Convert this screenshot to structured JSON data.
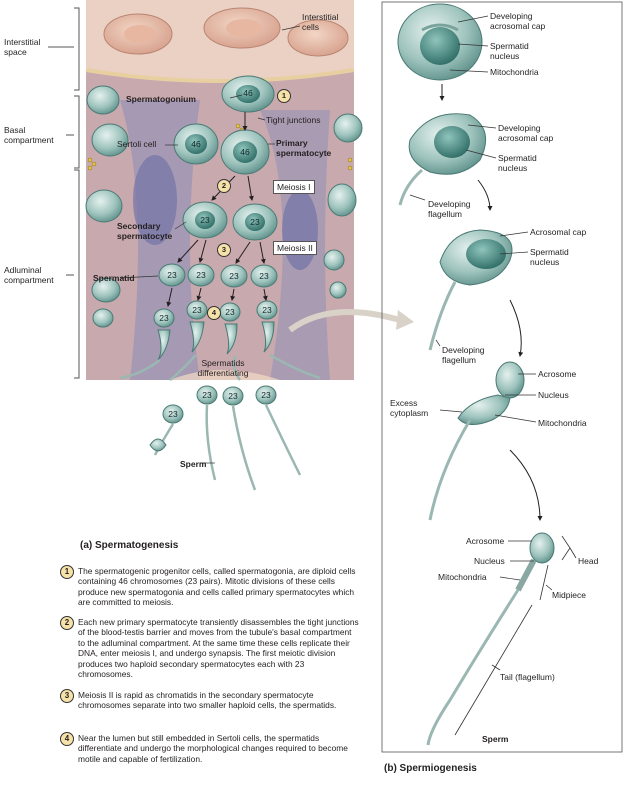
{
  "side_labels": {
    "interstitial_space": "Interstitial space",
    "basal_compartment": "Basal compartment",
    "adluminal_compartment": "Adluminal compartment"
  },
  "tissue_labels": {
    "interstitial_cells": "Interstitial cells",
    "spermatogonium": "Spermatogonium",
    "tight_junctions": "Tight junctions",
    "sertoli_cell": "Sertoli cell",
    "primary_spermatocyte": "Primary spermatocyte",
    "meiosis_1": "Meiosis I",
    "secondary_spermatocyte": "Secondary spermatocyte",
    "meiosis_2": "Meiosis II",
    "spermatid": "Spermatid",
    "spermatids_differentiating": "Spermatids differentiating",
    "sperm": "Sperm"
  },
  "chromosome_numbers": {
    "spermatogonium": "46",
    "sertoli_side": "46",
    "primary": "46",
    "secondary": "23",
    "spermatid": "23",
    "sperm": "23"
  },
  "step_markers": [
    "1",
    "2",
    "3",
    "4"
  ],
  "panel_a": {
    "caption": "(a) Spermatogenesis",
    "steps": [
      {
        "num": "1",
        "text": "The spermatogenic progenitor cells, called spermatogonia, are diploid cells containing 46 chromosomes (23 pairs). Mitotic divisions of these cells produce new spermatogonia and cells called primary spermatocytes which are committed to meiosis."
      },
      {
        "num": "2",
        "text": "Each new primary spermatocyte transiently disassembles the tight junctions of the blood-testis barrier and moves from the tubule's basal compartment to the adluminal compartment. At the same time these cells replicate their DNA, enter meiosis I, and undergo synapsis. The first meiotic division produces two haploid secondary spermatocytes each with 23 chromosomes."
      },
      {
        "num": "3",
        "text": "Meiosis II is rapid as chromatids in the secondary spermatocyte chromosomes separate into two smaller haploid cells, the spermatids."
      },
      {
        "num": "4",
        "text": "Near the lumen but still embedded in Sertoli cells, the spermatids differentiate and undergo the morphological changes required to become motile and capable of fertilization."
      }
    ]
  },
  "panel_b": {
    "caption": "(b) Spermiogenesis",
    "labels": {
      "developing_acrosomal_cap_1": "Developing acrosomal cap",
      "spermatid_nucleus_1": "Spermatid nucleus",
      "mitochondria_1": "Mitochondria",
      "developing_acrosomal_cap_2": "Developing acrosomal cap",
      "spermatid_nucleus_2": "Spermatid nucleus",
      "developing_flagellum_1": "Developing flagellum",
      "acrosomal_cap": "Acrosomal cap",
      "spermatid_nucleus_3": "Spermatid nucleus",
      "developing_flagellum_2": "Developing flagellum",
      "acrosome_1": "Acrosome",
      "nucleus_1": "Nucleus",
      "excess_cytoplasm": "Excess cytoplasm",
      "mitochondria_2": "Mitochondria",
      "acrosome_2": "Acrosome",
      "nucleus_2": "Nucleus",
      "head": "Head",
      "mitochondria_3": "Mitochondria",
      "midpiece": "Midpiece",
      "tail_flagellum": "Tail (flagellum)",
      "sperm_final": "Sperm"
    }
  },
  "colors": {
    "tissue_bg": "#c8a9ae",
    "interstitial_bg": "#ead1c4",
    "cell_fill": "#9ec3bd",
    "cell_nucleus": "#3f8a82",
    "sertoli": "#8f8fb5",
    "accent_junction": "#e3c24a",
    "step_circle": "#f6e2a8"
  }
}
